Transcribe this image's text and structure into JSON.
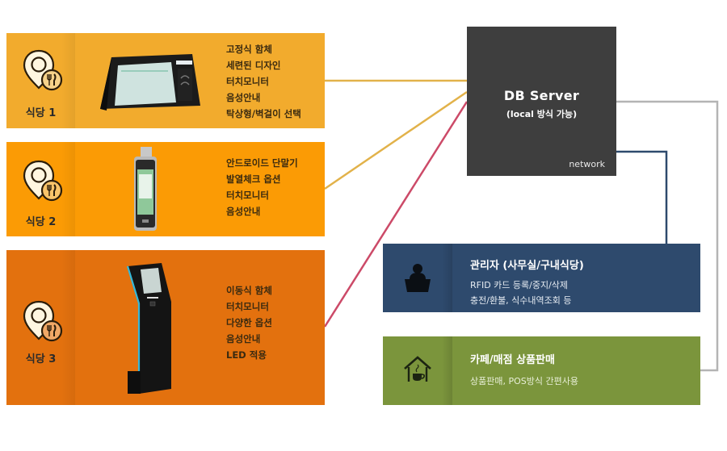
{
  "sites": [
    {
      "label": "식당 1",
      "features": [
        "고정식 함체",
        "세련된 디자인",
        "터치모니터",
        "음성안내",
        "탁상형/벽걸이 선택"
      ],
      "color": "#f2ab2d",
      "device": "desktop-kiosk"
    },
    {
      "label": "식당 2",
      "features": [
        "안드로이드 단말기",
        "발열체크 옵션",
        "터치모니터",
        "음성안내"
      ],
      "color": "#fb9b05",
      "device": "android-terminal"
    },
    {
      "label": "식당 3",
      "features": [
        "이동식 함체",
        "터치모니터",
        "다양한 옵션",
        "음성안내",
        "LED 적용"
      ],
      "color": "#e3710e",
      "device": "standing-kiosk"
    }
  ],
  "server": {
    "title": "DB Server",
    "subtitle": "(local 방식 가능)",
    "network_label": "network",
    "color": "#3e3e3e"
  },
  "admin": {
    "title": "관리자 (사무실/구내식당)",
    "lines": [
      "RFID 카드 등록/중지/삭제",
      "충전/환불, 식수내역조회 등"
    ],
    "icon": "person-laptop-icon",
    "color": "#2e4a6d"
  },
  "cafe": {
    "title": "카페/매점 상품판매",
    "lines": [
      "상품판매, POS방식 간편사용"
    ],
    "icon": "cafe-house-icon",
    "color": "#7b953c"
  },
  "connections": {
    "site1": "#e2b24a",
    "site2": "#e2b24a",
    "site3": "#cc4a68",
    "admin": "#2e4a6d",
    "cafe": "#b4b4b4"
  }
}
